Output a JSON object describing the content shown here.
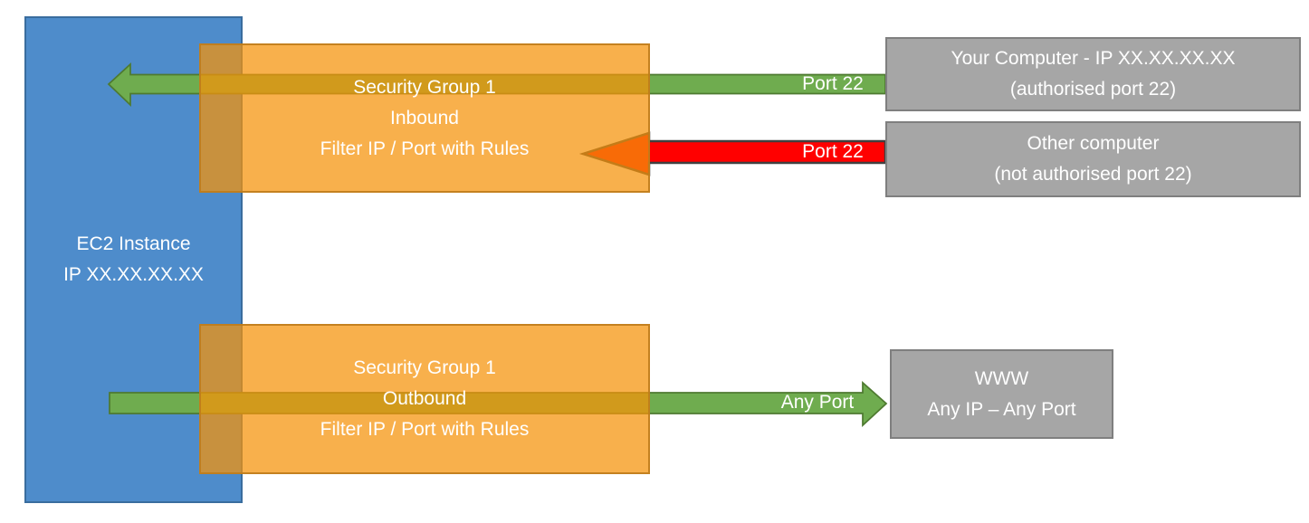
{
  "ec2": {
    "lines": [
      "EC2 Instance",
      "IP XX.XX.XX.XX"
    ]
  },
  "sg_inbound": {
    "lines": [
      "Security Group 1",
      "Inbound",
      "Filter IP / Port with Rules"
    ]
  },
  "sg_outbound": {
    "lines": [
      "Security Group 1",
      "Outbound",
      "Filter IP / Port with Rules"
    ]
  },
  "your_computer": {
    "lines": [
      "Your Computer - IP XX.XX.XX.XX",
      "(authorised port 22)"
    ]
  },
  "other_computer": {
    "lines": [
      "Other computer",
      "(not authorised port 22)"
    ]
  },
  "www": {
    "lines": [
      "WWW",
      "Any IP – Any Port"
    ]
  },
  "arrow_labels": {
    "inbound_allowed": "Port 22",
    "inbound_blocked": "Port 22",
    "outbound": "Any Port"
  },
  "arrows": [
    {
      "id": "inbound-allowed",
      "label": "Port 22",
      "direction": "left",
      "from": "your_computer",
      "to": "ec2",
      "through": "sg_inbound",
      "status": "allowed",
      "color": "#6FAC4F"
    },
    {
      "id": "inbound-blocked",
      "label": "Port 22",
      "direction": "left",
      "from": "other_computer",
      "to": "sg_inbound",
      "status": "blocked",
      "color": "#FF0000"
    },
    {
      "id": "outbound-allowed",
      "label": "Any Port",
      "direction": "right",
      "from": "ec2",
      "to": "www",
      "through": "sg_outbound",
      "status": "allowed",
      "color": "#6FAC4F"
    }
  ],
  "colors": {
    "background": "#FFFFFF",
    "ec2_fill": "#4E8CCB",
    "ec2_border": "#3A6D9E",
    "sg_fill": "rgba(246,147,10,0.73)",
    "sg_border": "rgba(190,124,28,0.9)",
    "gray_fill": "#A6A6A6",
    "gray_border": "#7F7F7F",
    "arrow_green": "#6FAC4F",
    "arrow_green_border": "#4E7A30",
    "arrow_red": "#FF0000",
    "arrow_red_border": "#404040",
    "text": "#FFFFFF"
  }
}
